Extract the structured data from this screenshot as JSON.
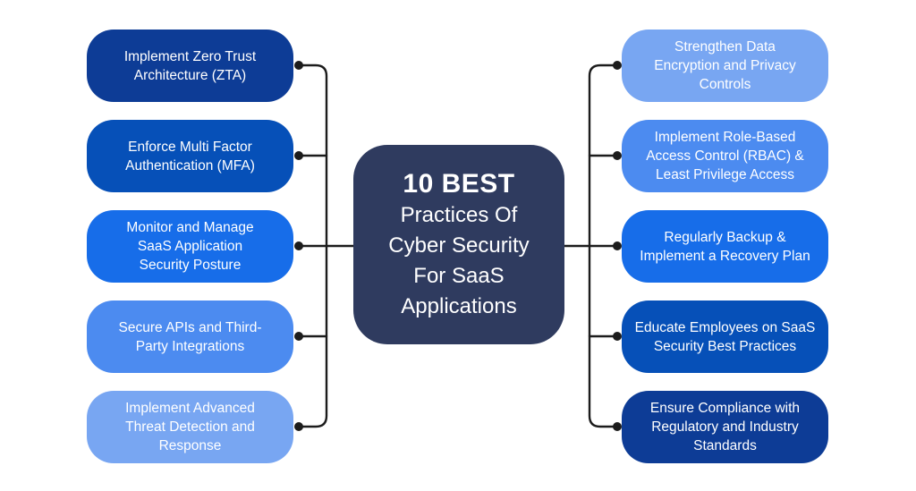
{
  "title": "10 Best Practices Of Cyber Security For SaaS Applications",
  "center": {
    "heading": "10 BEST",
    "subtitle": "Practices Of\nCyber Security\nFor SaaS\nApplications",
    "bg": "#2f3b5f",
    "text_color": "#ffffff"
  },
  "left_items": [
    {
      "label": "Implement Zero Trust\nArchitecture (ZTA)",
      "bg": "#0d3c96"
    },
    {
      "label": "Enforce Multi Factor\nAuthentication (MFA)",
      "bg": "#0650b8"
    },
    {
      "label": "Monitor and Manage\nSaaS Application\nSecurity Posture",
      "bg": "#176de9"
    },
    {
      "label": "Secure APIs and Third-\nParty Integrations",
      "bg": "#4c8bf0"
    },
    {
      "label": "Implement Advanced\nThreat Detection and\nResponse",
      "bg": "#78a6f2"
    }
  ],
  "right_items": [
    {
      "label": "Strengthen Data\nEncryption and Privacy\nControls",
      "bg": "#78a6f2"
    },
    {
      "label": "Implement Role-Based\nAccess Control (RBAC) &\nLeast Privilege Access",
      "bg": "#4c8bf0"
    },
    {
      "label": "Regularly Backup &\nImplement a Recovery Plan",
      "bg": "#176de9"
    },
    {
      "label": "Educate Employees on SaaS\nSecurity Best Practices",
      "bg": "#0650b8"
    },
    {
      "label": "Ensure Compliance with\nRegulatory and Industry\nStandards",
      "bg": "#0d3c96"
    }
  ],
  "connector": {
    "color": "#1c1c1c"
  },
  "background": "#ffffff"
}
